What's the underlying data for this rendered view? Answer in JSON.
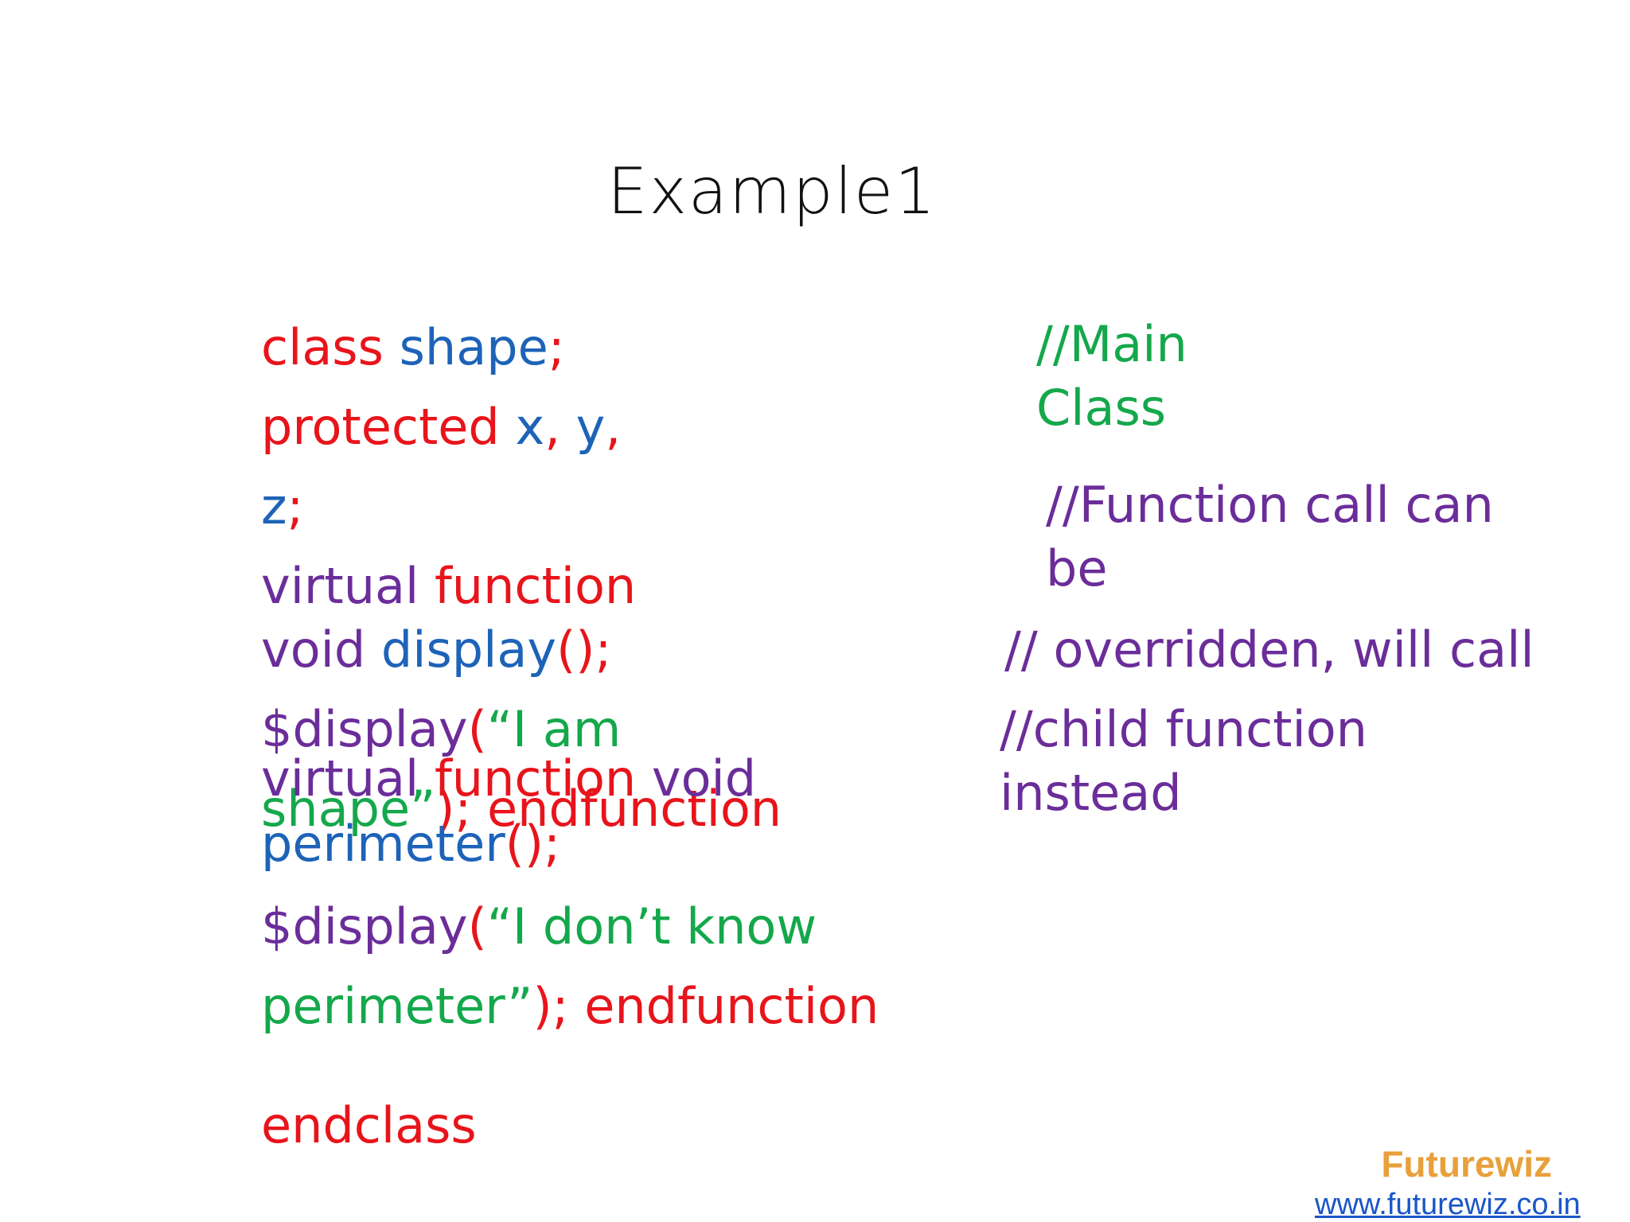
{
  "slide": {
    "title": "Example1"
  },
  "code": {
    "l1_kw": "class",
    "l1_name": " shape",
    "l1_semi": ";",
    "l2_kw": "protected",
    "l2_x": " x",
    "l2_c1": ",",
    "l2_y": " y",
    "l2_c2": ",",
    "l3_z": "z",
    "l3_semi": ";",
    "l4_virtual": "virtual",
    "l4_function": " function",
    "l5_void": "void",
    "l5_display": " display",
    "l5_paren": "();",
    "l6_sys": "$display",
    "l6_paren": "(",
    "l6_str": "“I am",
    "l7_str": "shape”",
    "l7_rest": "); endfunction",
    "l8_virtual": "virtual",
    "l8_function": " function",
    "l8_void": " void",
    "l9_perimeter": "perimeter",
    "l9_paren": "();",
    "l10_sys": "$display",
    "l10_paren": "(",
    "l10_str": "“I don’t know",
    "l11_str": "perimeter”",
    "l11_rest": "); endfunction",
    "l12_end": "endclass"
  },
  "comments": {
    "c1_line1": "//Main",
    "c1_line2": "Class",
    "c2_line1": "//Function call can",
    "c2_line2": "be",
    "c3": "// overridden, will call",
    "c4_line1": "//child function",
    "c4_line2": "instead"
  },
  "footer": {
    "brand": "Futurewiz",
    "url": "www.futurewiz.co.in"
  },
  "colors": {
    "keyword": "#e8141b",
    "identifier": "#1d63b8",
    "type": "#6b2d9a",
    "string": "#14a84b",
    "brand": "#e8a03a",
    "link": "#1a56c8"
  }
}
